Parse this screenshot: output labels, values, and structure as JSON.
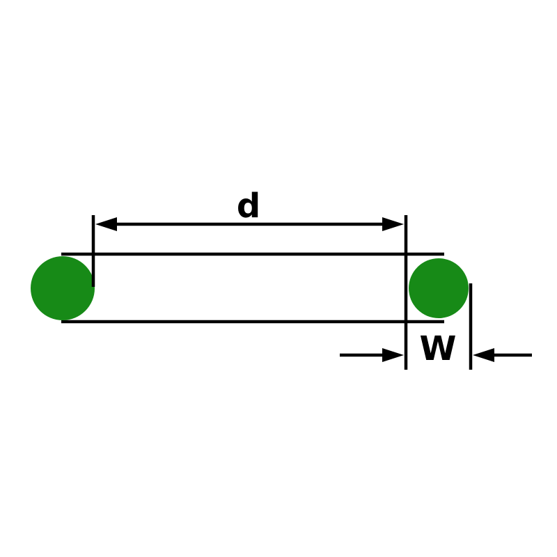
{
  "diagram": {
    "name": "o-ring-dimension-diagram",
    "labels": {
      "diameter": "d",
      "width": "W"
    },
    "colors": {
      "ring_fill": "#178a17",
      "ring_stroke": "#0e6e0e",
      "line": "#000000",
      "background": "#ffffff"
    }
  }
}
